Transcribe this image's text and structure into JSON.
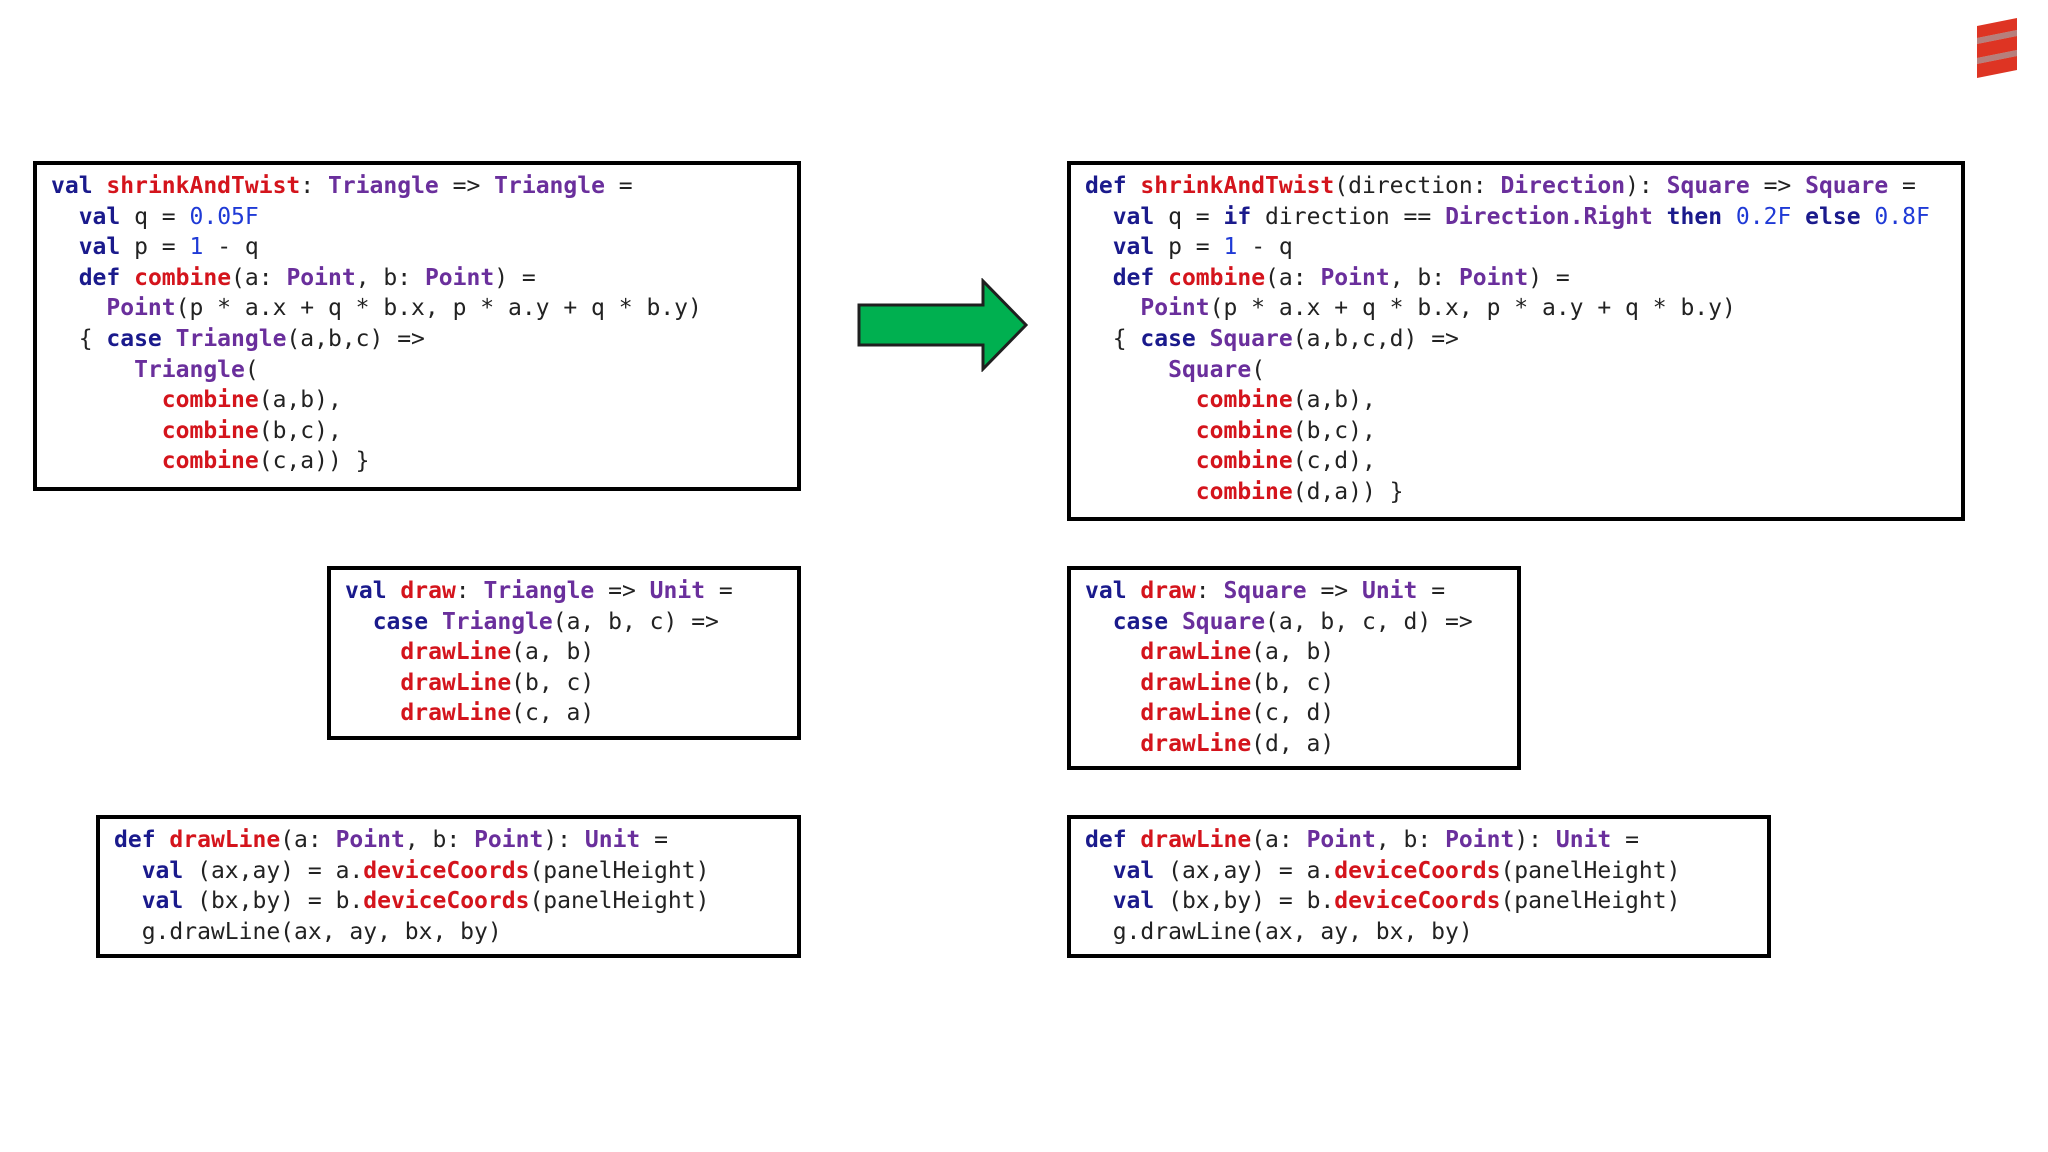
{
  "colors": {
    "keyword": "#1a1a8c",
    "function": "#d4141c",
    "type": "#6a2f9c",
    "number": "#1f3ad6",
    "plain": "#222222",
    "arrow_fill": "#00b050"
  },
  "icons": {
    "arrow": "right-arrow-icon",
    "logo": "scala-logo-icon"
  },
  "boxes": [
    {
      "id": "triangle-shrink-and-twist",
      "lines": [
        [
          [
            "k",
            "val"
          ],
          [
            "t",
            " "
          ],
          [
            "f",
            "shrinkAndTwist"
          ],
          [
            "t",
            ": "
          ],
          [
            "y",
            "Triangle"
          ],
          [
            "t",
            " => "
          ],
          [
            "y",
            "Triangle"
          ],
          [
            "t",
            " ="
          ]
        ],
        [
          [
            "t",
            "  "
          ],
          [
            "k",
            "val"
          ],
          [
            "t",
            " q = "
          ],
          [
            "n",
            "0.05F"
          ]
        ],
        [
          [
            "t",
            "  "
          ],
          [
            "k",
            "val"
          ],
          [
            "t",
            " p = "
          ],
          [
            "n",
            "1"
          ],
          [
            "t",
            " - q"
          ]
        ],
        [
          [
            "t",
            "  "
          ],
          [
            "k",
            "def"
          ],
          [
            "t",
            " "
          ],
          [
            "f",
            "combine"
          ],
          [
            "t",
            "(a: "
          ],
          [
            "y",
            "Point"
          ],
          [
            "t",
            ", b: "
          ],
          [
            "y",
            "Point"
          ],
          [
            "t",
            ") ="
          ]
        ],
        [
          [
            "t",
            "    "
          ],
          [
            "y",
            "Point"
          ],
          [
            "t",
            "(p * a.x + q * b.x, p * a.y + q * b.y)"
          ]
        ],
        [
          [
            "t",
            "  { "
          ],
          [
            "k",
            "case"
          ],
          [
            "t",
            " "
          ],
          [
            "y",
            "Triangle"
          ],
          [
            "t",
            "(a,b,c) =>"
          ]
        ],
        [
          [
            "t",
            "      "
          ],
          [
            "y",
            "Triangle"
          ],
          [
            "t",
            "("
          ]
        ],
        [
          [
            "t",
            "        "
          ],
          [
            "f",
            "combine"
          ],
          [
            "t",
            "(a,b),"
          ]
        ],
        [
          [
            "t",
            "        "
          ],
          [
            "f",
            "combine"
          ],
          [
            "t",
            "(b,c),"
          ]
        ],
        [
          [
            "t",
            "        "
          ],
          [
            "f",
            "combine"
          ],
          [
            "t",
            "(c,a)) }"
          ]
        ]
      ]
    },
    {
      "id": "square-shrink-and-twist",
      "lines": [
        [
          [
            "k",
            "def"
          ],
          [
            "t",
            " "
          ],
          [
            "f",
            "shrinkAndTwist"
          ],
          [
            "t",
            "(direction: "
          ],
          [
            "y",
            "Direction"
          ],
          [
            "t",
            "): "
          ],
          [
            "y",
            "Square"
          ],
          [
            "t",
            " => "
          ],
          [
            "y",
            "Square"
          ],
          [
            "t",
            " ="
          ]
        ],
        [
          [
            "t",
            "  "
          ],
          [
            "k",
            "val"
          ],
          [
            "t",
            " q = "
          ],
          [
            "k",
            "if"
          ],
          [
            "t",
            " direction == "
          ],
          [
            "y",
            "Direction.Right"
          ],
          [
            "t",
            " "
          ],
          [
            "k",
            "then"
          ],
          [
            "t",
            " "
          ],
          [
            "n",
            "0.2F"
          ],
          [
            "t",
            " "
          ],
          [
            "k",
            "else"
          ],
          [
            "t",
            " "
          ],
          [
            "n",
            "0.8F"
          ]
        ],
        [
          [
            "t",
            "  "
          ],
          [
            "k",
            "val"
          ],
          [
            "t",
            " p = "
          ],
          [
            "n",
            "1"
          ],
          [
            "t",
            " - q"
          ]
        ],
        [
          [
            "t",
            "  "
          ],
          [
            "k",
            "def"
          ],
          [
            "t",
            " "
          ],
          [
            "f",
            "combine"
          ],
          [
            "t",
            "(a: "
          ],
          [
            "y",
            "Point"
          ],
          [
            "t",
            ", b: "
          ],
          [
            "y",
            "Point"
          ],
          [
            "t",
            ") ="
          ]
        ],
        [
          [
            "t",
            "    "
          ],
          [
            "y",
            "Point"
          ],
          [
            "t",
            "(p * a.x + q * b.x, p * a.y + q * b.y)"
          ]
        ],
        [
          [
            "t",
            "  { "
          ],
          [
            "k",
            "case"
          ],
          [
            "t",
            " "
          ],
          [
            "y",
            "Square"
          ],
          [
            "t",
            "(a,b,c,d) =>"
          ]
        ],
        [
          [
            "t",
            "      "
          ],
          [
            "y",
            "Square"
          ],
          [
            "t",
            "("
          ]
        ],
        [
          [
            "t",
            "        "
          ],
          [
            "f",
            "combine"
          ],
          [
            "t",
            "(a,b),"
          ]
        ],
        [
          [
            "t",
            "        "
          ],
          [
            "f",
            "combine"
          ],
          [
            "t",
            "(b,c),"
          ]
        ],
        [
          [
            "t",
            "        "
          ],
          [
            "f",
            "combine"
          ],
          [
            "t",
            "(c,d),"
          ]
        ],
        [
          [
            "t",
            "        "
          ],
          [
            "f",
            "combine"
          ],
          [
            "t",
            "(d,a)) }"
          ]
        ]
      ]
    },
    {
      "id": "triangle-draw",
      "lines": [
        [
          [
            "k",
            "val"
          ],
          [
            "t",
            " "
          ],
          [
            "f",
            "draw"
          ],
          [
            "t",
            ": "
          ],
          [
            "y",
            "Triangle"
          ],
          [
            "t",
            " => "
          ],
          [
            "y",
            "Unit"
          ],
          [
            "t",
            " ="
          ]
        ],
        [
          [
            "t",
            "  "
          ],
          [
            "k",
            "case"
          ],
          [
            "t",
            " "
          ],
          [
            "y",
            "Triangle"
          ],
          [
            "t",
            "(a, b, c) =>"
          ]
        ],
        [
          [
            "t",
            "    "
          ],
          [
            "f",
            "drawLine"
          ],
          [
            "t",
            "(a, b)"
          ]
        ],
        [
          [
            "t",
            "    "
          ],
          [
            "f",
            "drawLine"
          ],
          [
            "t",
            "(b, c)"
          ]
        ],
        [
          [
            "t",
            "    "
          ],
          [
            "f",
            "drawLine"
          ],
          [
            "t",
            "(c, a)"
          ]
        ]
      ]
    },
    {
      "id": "square-draw",
      "lines": [
        [
          [
            "k",
            "val"
          ],
          [
            "t",
            " "
          ],
          [
            "f",
            "draw"
          ],
          [
            "t",
            ": "
          ],
          [
            "y",
            "Square"
          ],
          [
            "t",
            " => "
          ],
          [
            "y",
            "Unit"
          ],
          [
            "t",
            " ="
          ]
        ],
        [
          [
            "t",
            "  "
          ],
          [
            "k",
            "case"
          ],
          [
            "t",
            " "
          ],
          [
            "y",
            "Square"
          ],
          [
            "t",
            "(a, b, c, d) =>"
          ]
        ],
        [
          [
            "t",
            "    "
          ],
          [
            "f",
            "drawLine"
          ],
          [
            "t",
            "(a, b)"
          ]
        ],
        [
          [
            "t",
            "    "
          ],
          [
            "f",
            "drawLine"
          ],
          [
            "t",
            "(b, c)"
          ]
        ],
        [
          [
            "t",
            "    "
          ],
          [
            "f",
            "drawLine"
          ],
          [
            "t",
            "(c, d)"
          ]
        ],
        [
          [
            "t",
            "    "
          ],
          [
            "f",
            "drawLine"
          ],
          [
            "t",
            "(d, a)"
          ]
        ]
      ]
    },
    {
      "id": "left-draw-line",
      "lines": [
        [
          [
            "k",
            "def"
          ],
          [
            "t",
            " "
          ],
          [
            "f",
            "drawLine"
          ],
          [
            "t",
            "(a: "
          ],
          [
            "y",
            "Point"
          ],
          [
            "t",
            ", b: "
          ],
          [
            "y",
            "Point"
          ],
          [
            "t",
            "): "
          ],
          [
            "y",
            "Unit"
          ],
          [
            "t",
            " ="
          ]
        ],
        [
          [
            "t",
            "  "
          ],
          [
            "k",
            "val"
          ],
          [
            "t",
            " (ax,ay) = a."
          ],
          [
            "f",
            "deviceCoords"
          ],
          [
            "t",
            "(panelHeight)"
          ]
        ],
        [
          [
            "t",
            "  "
          ],
          [
            "k",
            "val"
          ],
          [
            "t",
            " (bx,by) = b."
          ],
          [
            "f",
            "deviceCoords"
          ],
          [
            "t",
            "(panelHeight)"
          ]
        ],
        [
          [
            "t",
            "  g.drawLine(ax, ay, bx, by)"
          ]
        ]
      ]
    },
    {
      "id": "right-draw-line",
      "lines": [
        [
          [
            "k",
            "def"
          ],
          [
            "t",
            " "
          ],
          [
            "f",
            "drawLine"
          ],
          [
            "t",
            "(a: "
          ],
          [
            "y",
            "Point"
          ],
          [
            "t",
            ", b: "
          ],
          [
            "y",
            "Point"
          ],
          [
            "t",
            "): "
          ],
          [
            "y",
            "Unit"
          ],
          [
            "t",
            " ="
          ]
        ],
        [
          [
            "t",
            "  "
          ],
          [
            "k",
            "val"
          ],
          [
            "t",
            " (ax,ay) = a."
          ],
          [
            "f",
            "deviceCoords"
          ],
          [
            "t",
            "(panelHeight)"
          ]
        ],
        [
          [
            "t",
            "  "
          ],
          [
            "k",
            "val"
          ],
          [
            "t",
            " (bx,by) = b."
          ],
          [
            "f",
            "deviceCoords"
          ],
          [
            "t",
            "(panelHeight)"
          ]
        ],
        [
          [
            "t",
            "  g.drawLine(ax, ay, bx, by)"
          ]
        ]
      ]
    }
  ]
}
